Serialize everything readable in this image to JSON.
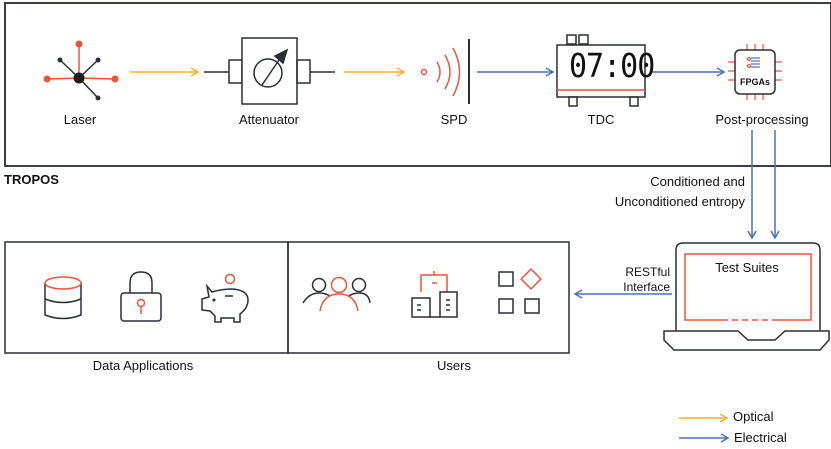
{
  "colors": {
    "optical": "#f5b324",
    "electrical": "#4a72b8",
    "accent": "#e8563a",
    "stroke": "#2a2e36"
  },
  "tropos": {
    "label": "TROPOS",
    "components": [
      {
        "id": "laser",
        "label": "Laser",
        "icon": "laser-icon"
      },
      {
        "id": "attenuator",
        "label": "Attenuator",
        "icon": "attenuator-icon"
      },
      {
        "id": "spd",
        "label": "SPD",
        "icon": "spd-icon"
      },
      {
        "id": "tdc",
        "label": "TDC",
        "icon": "clock-icon",
        "display": "07:00"
      },
      {
        "id": "post",
        "label": "Post-processing",
        "icon": "chip-icon",
        "chip_text": "FPGAs"
      }
    ]
  },
  "entropy_label": [
    "Conditioned and",
    "Unconditioned entropy"
  ],
  "laptop": {
    "title": "Test Suites"
  },
  "restful_label": [
    "RESTful",
    "Interface"
  ],
  "data_apps": {
    "label": "Data Applications",
    "icons": [
      "database-icon",
      "lock-icon",
      "piggy-bank-icon"
    ]
  },
  "users": {
    "label": "Users",
    "icons": [
      "users-icon",
      "org-chart-icon",
      "apps-icon"
    ]
  },
  "legend": [
    {
      "label": "Optical",
      "type": "optical"
    },
    {
      "label": "Electrical",
      "type": "electrical"
    }
  ]
}
